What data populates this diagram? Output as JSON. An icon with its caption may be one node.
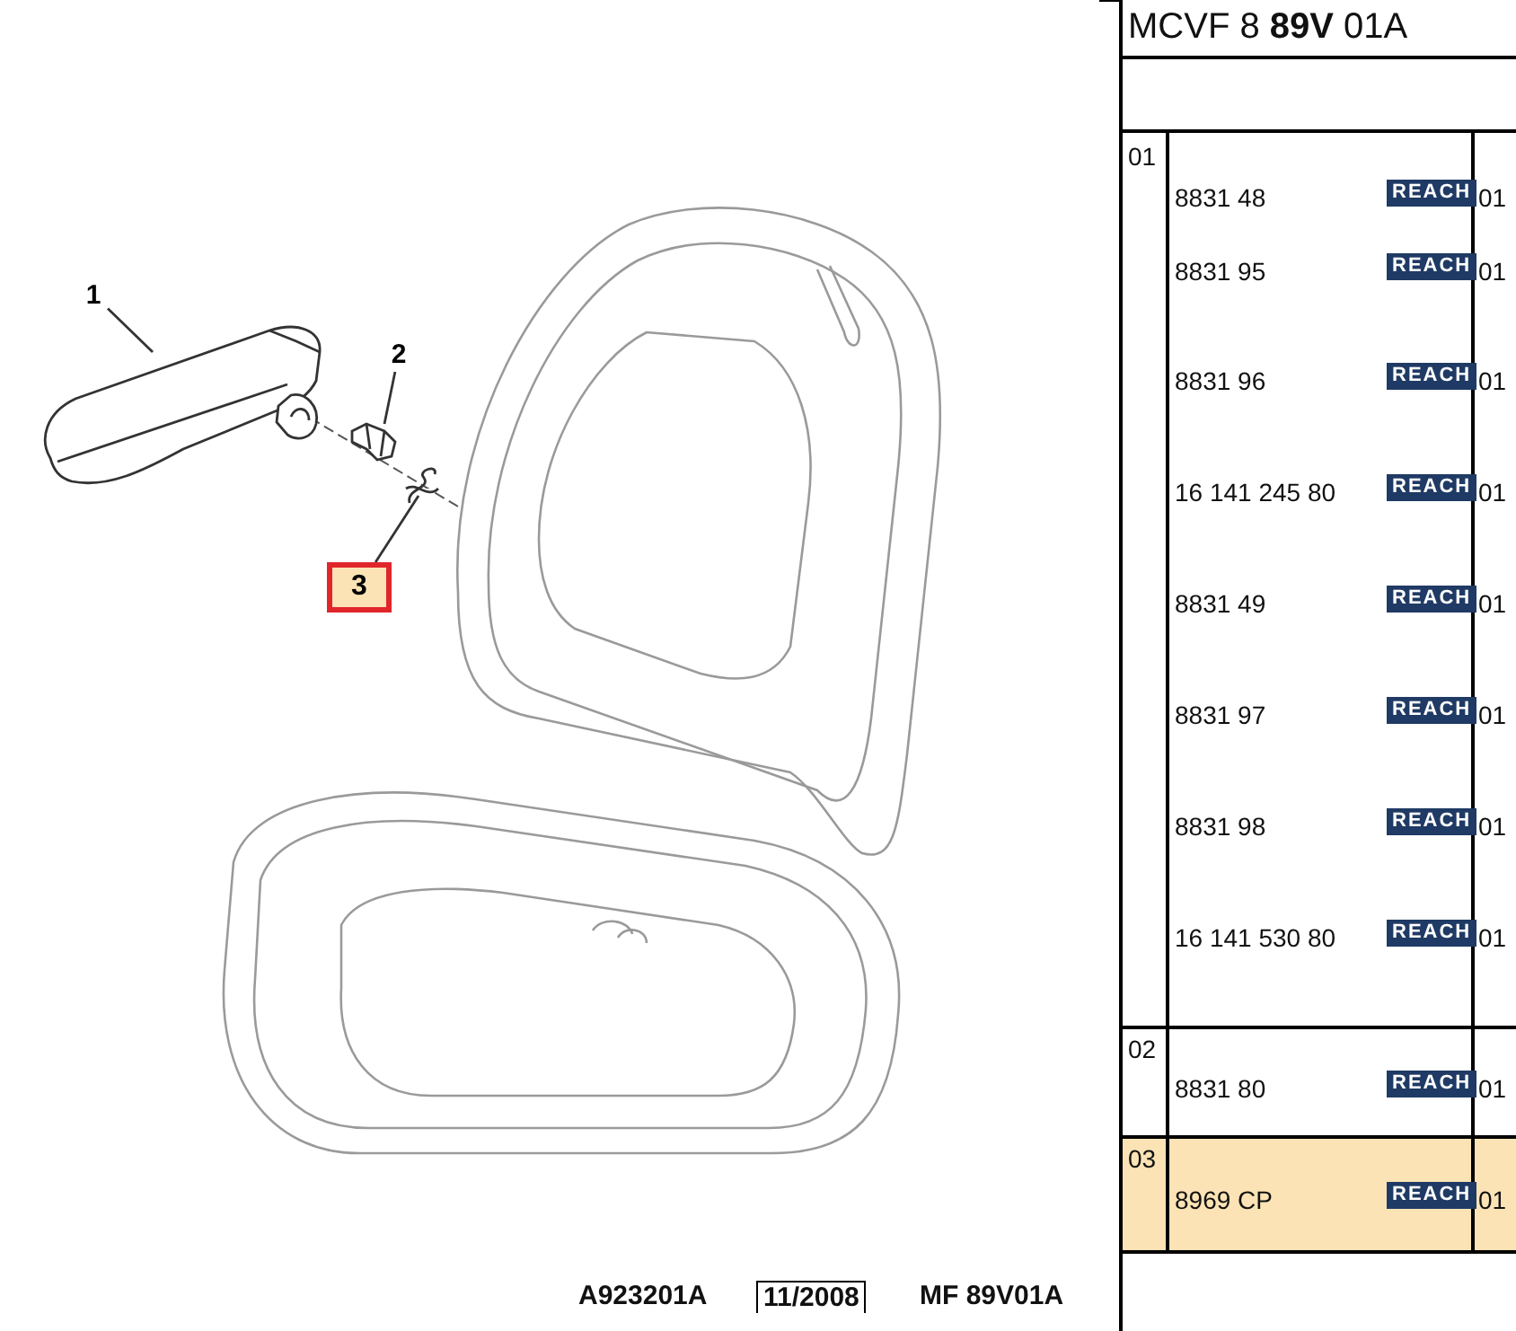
{
  "diagram": {
    "nodes": [
      {
        "text": [
          "1"
        ]
      },
      {
        "text": [
          "2"
        ]
      },
      {
        "text": [
          "3"
        ]
      },
      {
        "text": [],
        "shape": "picture"
      },
      {
        "text": [],
        "shape": "picture"
      },
      {
        "text": [],
        "shape": "picture"
      }
    ],
    "edges": [
      {
        "from": 0,
        "to": 3,
        "arrow": "none"
      },
      {
        "from": 1,
        "to": 4,
        "arrow": "none"
      },
      {
        "from": 2,
        "to": 5,
        "arrow": "none"
      }
    ],
    "labels": [
      "MCVF 8 **89V** 01A",
      "01",
      "8831 48",
      "REACH",
      "01",
      "8831 95",
      "REACH",
      "01",
      "8831 96",
      "REACH",
      "01",
      "16 141 245 80",
      "REACH",
      "01",
      "8831 49",
      "REACH",
      "01",
      "8831 97",
      "REACH",
      "01",
      "8831 98",
      "REACH",
      "01",
      "16 141 530 80",
      "REACH",
      "01",
      "02",
      "8831 80",
      "REACH",
      "01",
      "03",
      "8969 CP",
      "REACH",
      "01",
      "A923201A",
      "11/2008",
      "MF 89V01A"
    ]
  }
}
